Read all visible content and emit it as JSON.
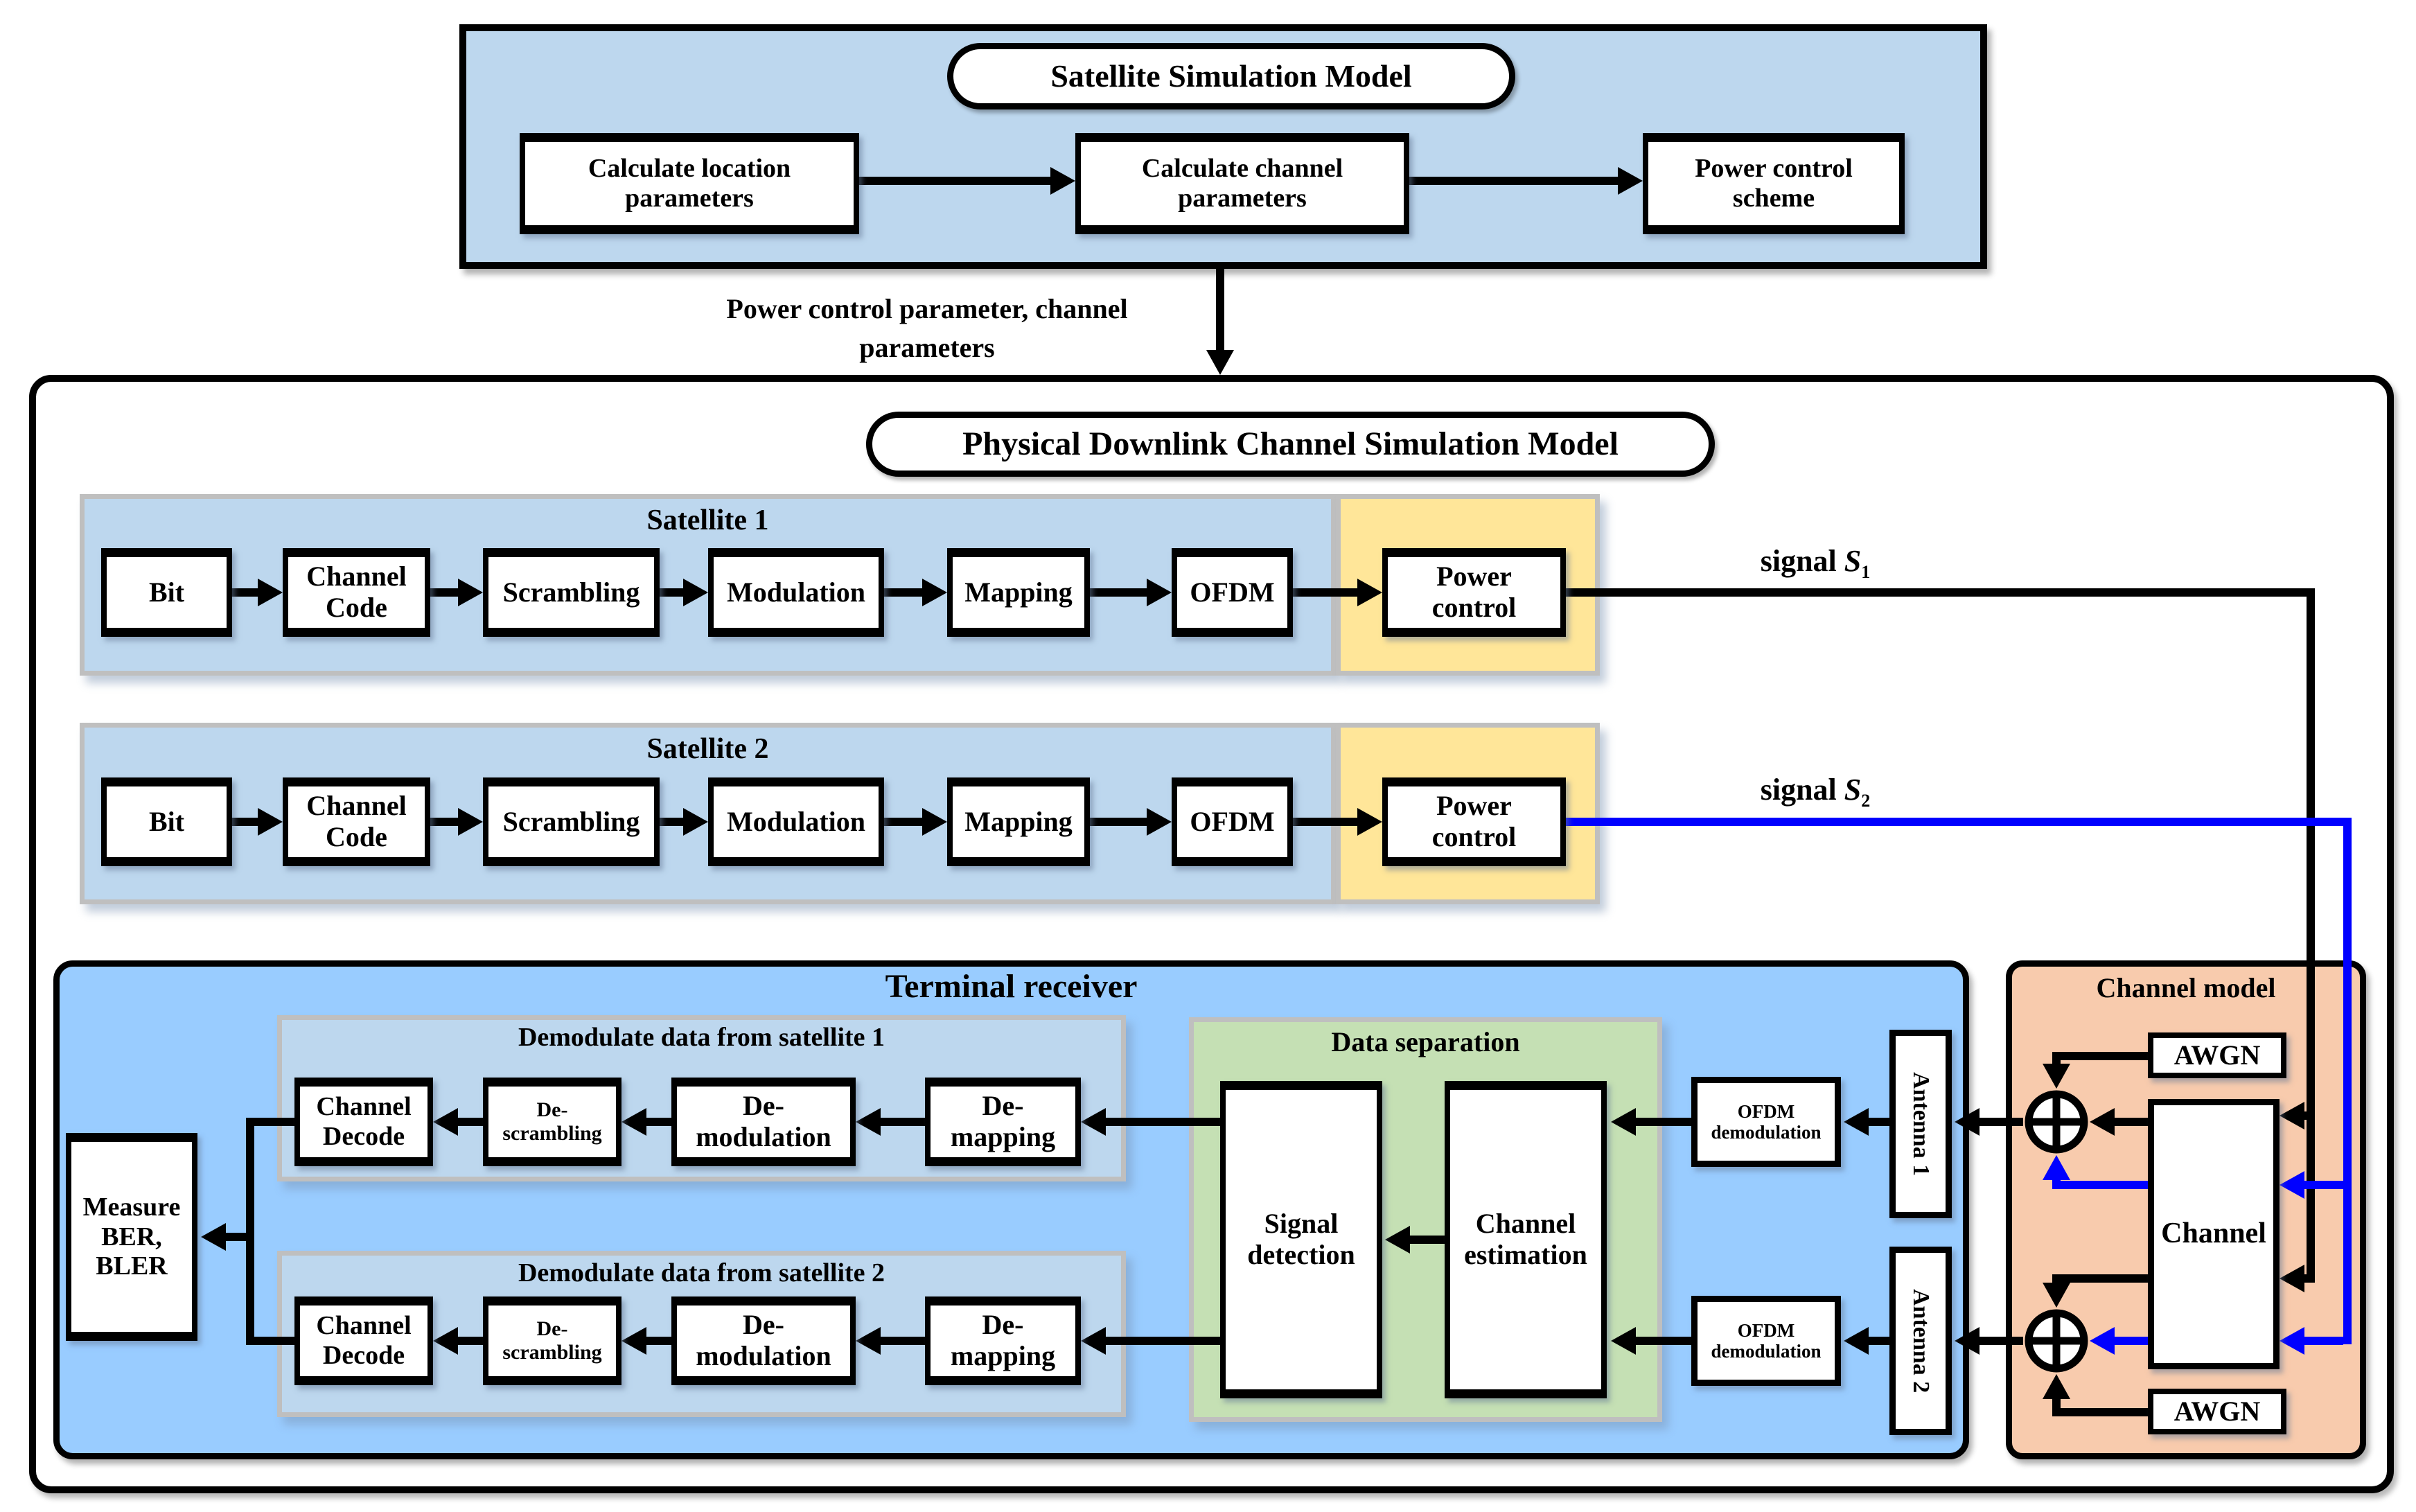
{
  "colors": {
    "panel_light_blue": "#BDD7EE",
    "receiver_blue": "#99CCFF",
    "power_yellow": "#FFE699",
    "separation_green": "#C5E0B4",
    "channel_peach": "#F8CBAD",
    "band_border_gray": "#BFBFBF",
    "signal1_line": "#000000",
    "signal2_line": "#0000FF"
  },
  "satellite_simulation": {
    "title": "Satellite Simulation Model",
    "steps": [
      {
        "l1": "Calculate location",
        "l2": "parameters"
      },
      {
        "l1": "Calculate channel",
        "l2": "parameters"
      },
      {
        "l1": "Power control",
        "l2": "scheme"
      }
    ],
    "output_label": {
      "l1": "Power control parameter, channel",
      "l2": "parameters"
    }
  },
  "downlink_simulation": {
    "title": "Physical Downlink Channel Simulation Model",
    "satellites": [
      {
        "title": "Satellite 1",
        "chain": [
          {
            "l1": "Bit",
            "l2": ""
          },
          {
            "l1": "Channel",
            "l2": "Code"
          },
          {
            "l1": "Scrambling",
            "l2": ""
          },
          {
            "l1": "Modulation",
            "l2": ""
          },
          {
            "l1": "Mapping",
            "l2": ""
          },
          {
            "l1": "OFDM",
            "l2": ""
          }
        ],
        "power": {
          "l1": "Power",
          "l2": "control"
        },
        "signal": {
          "word": "signal",
          "sym": "S",
          "sub": "1"
        }
      },
      {
        "title": "Satellite 2",
        "chain": [
          {
            "l1": "Bit",
            "l2": ""
          },
          {
            "l1": "Channel",
            "l2": "Code"
          },
          {
            "l1": "Scrambling",
            "l2": ""
          },
          {
            "l1": "Modulation",
            "l2": ""
          },
          {
            "l1": "Mapping",
            "l2": ""
          },
          {
            "l1": "OFDM",
            "l2": ""
          }
        ],
        "power": {
          "l1": "Power",
          "l2": "control"
        },
        "signal": {
          "word": "signal",
          "sym": "S",
          "sub": "2"
        }
      }
    ]
  },
  "terminal_receiver": {
    "title": "Terminal receiver",
    "measure": {
      "l1": "Measure",
      "l2": "BER,",
      "l3": "BLER"
    },
    "demod_rows": [
      {
        "title": "Demodulate data from satellite 1",
        "chain": [
          {
            "l1": "Channel",
            "l2": "Decode"
          },
          {
            "l1": "De-",
            "l2": "scrambling"
          },
          {
            "l1": "De-",
            "l2": "modulation"
          },
          {
            "l1": "De-",
            "l2": "mapping"
          }
        ]
      },
      {
        "title": "Demodulate data from satellite 2",
        "chain": [
          {
            "l1": "Channel",
            "l2": "Decode"
          },
          {
            "l1": "De-",
            "l2": "scrambling"
          },
          {
            "l1": "De-",
            "l2": "modulation"
          },
          {
            "l1": "De-",
            "l2": "mapping"
          }
        ]
      }
    ],
    "data_separation": {
      "title": "Data separation",
      "detection": {
        "l1": "Signal",
        "l2": "detection"
      },
      "estimation": {
        "l1": "Channel",
        "l2": "estimation"
      }
    },
    "ofdm_demod": {
      "l1": "OFDM",
      "l2": "demodulation"
    },
    "antennas": [
      "Antenna 1",
      "Antenna 2"
    ]
  },
  "channel_model": {
    "title": "Channel model",
    "awgn": "AWGN",
    "channel": "Channel"
  }
}
